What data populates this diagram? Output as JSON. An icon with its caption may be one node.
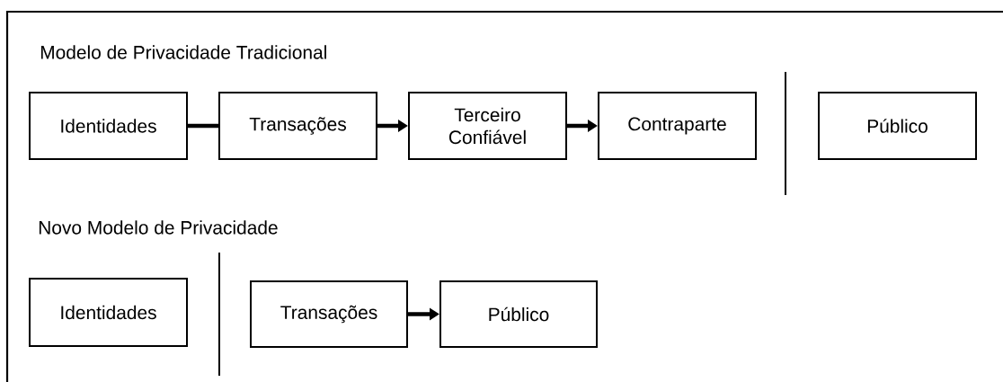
{
  "diagram": {
    "nodes": [
      {
        "text": [
          "Identidades"
        ]
      },
      {
        "text": [
          "Transações"
        ]
      },
      {
        "text": [
          "Terceiro Confiável"
        ]
      },
      {
        "text": [
          "Contraparte"
        ]
      },
      {
        "text": [
          "Público"
        ]
      },
      {
        "text": [
          "Identidades"
        ]
      },
      {
        "text": [
          "Transações"
        ]
      },
      {
        "text": [
          "Público"
        ]
      }
    ],
    "edges": [
      {
        "from": 0,
        "to": 1,
        "arrow": "none"
      },
      {
        "from": 1,
        "to": 2,
        "arrow": "to"
      },
      {
        "from": 2,
        "to": 3,
        "arrow": "to"
      },
      {
        "from": 6,
        "to": 7,
        "arrow": "to"
      }
    ],
    "labels": [
      "Modelo de Privacidade Tradicional",
      "Novo Modelo de Privacidade"
    ]
  }
}
